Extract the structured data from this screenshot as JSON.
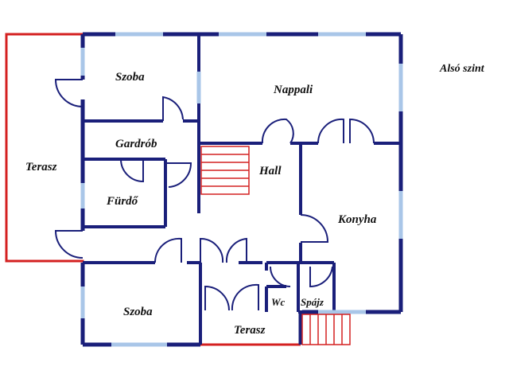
{
  "level_label": "Alsó szint",
  "rooms": {
    "szoba_top": "Szoba",
    "nappali": "Nappali",
    "terasz_left": "Terasz",
    "gardrob": "Gardrób",
    "hall": "Hall",
    "furdo": "Fürdő",
    "konyha": "Konyha",
    "szoba_bottom": "Szoba",
    "wc": "Wc",
    "spajz": "Spájz",
    "terasz_bottom": "Terasz"
  },
  "colors": {
    "wall": "#1a1f7a",
    "window": "#a9c6e8",
    "terrace_outline": "#d42020",
    "stair": "#d42020",
    "door": "#1a1f7a"
  }
}
